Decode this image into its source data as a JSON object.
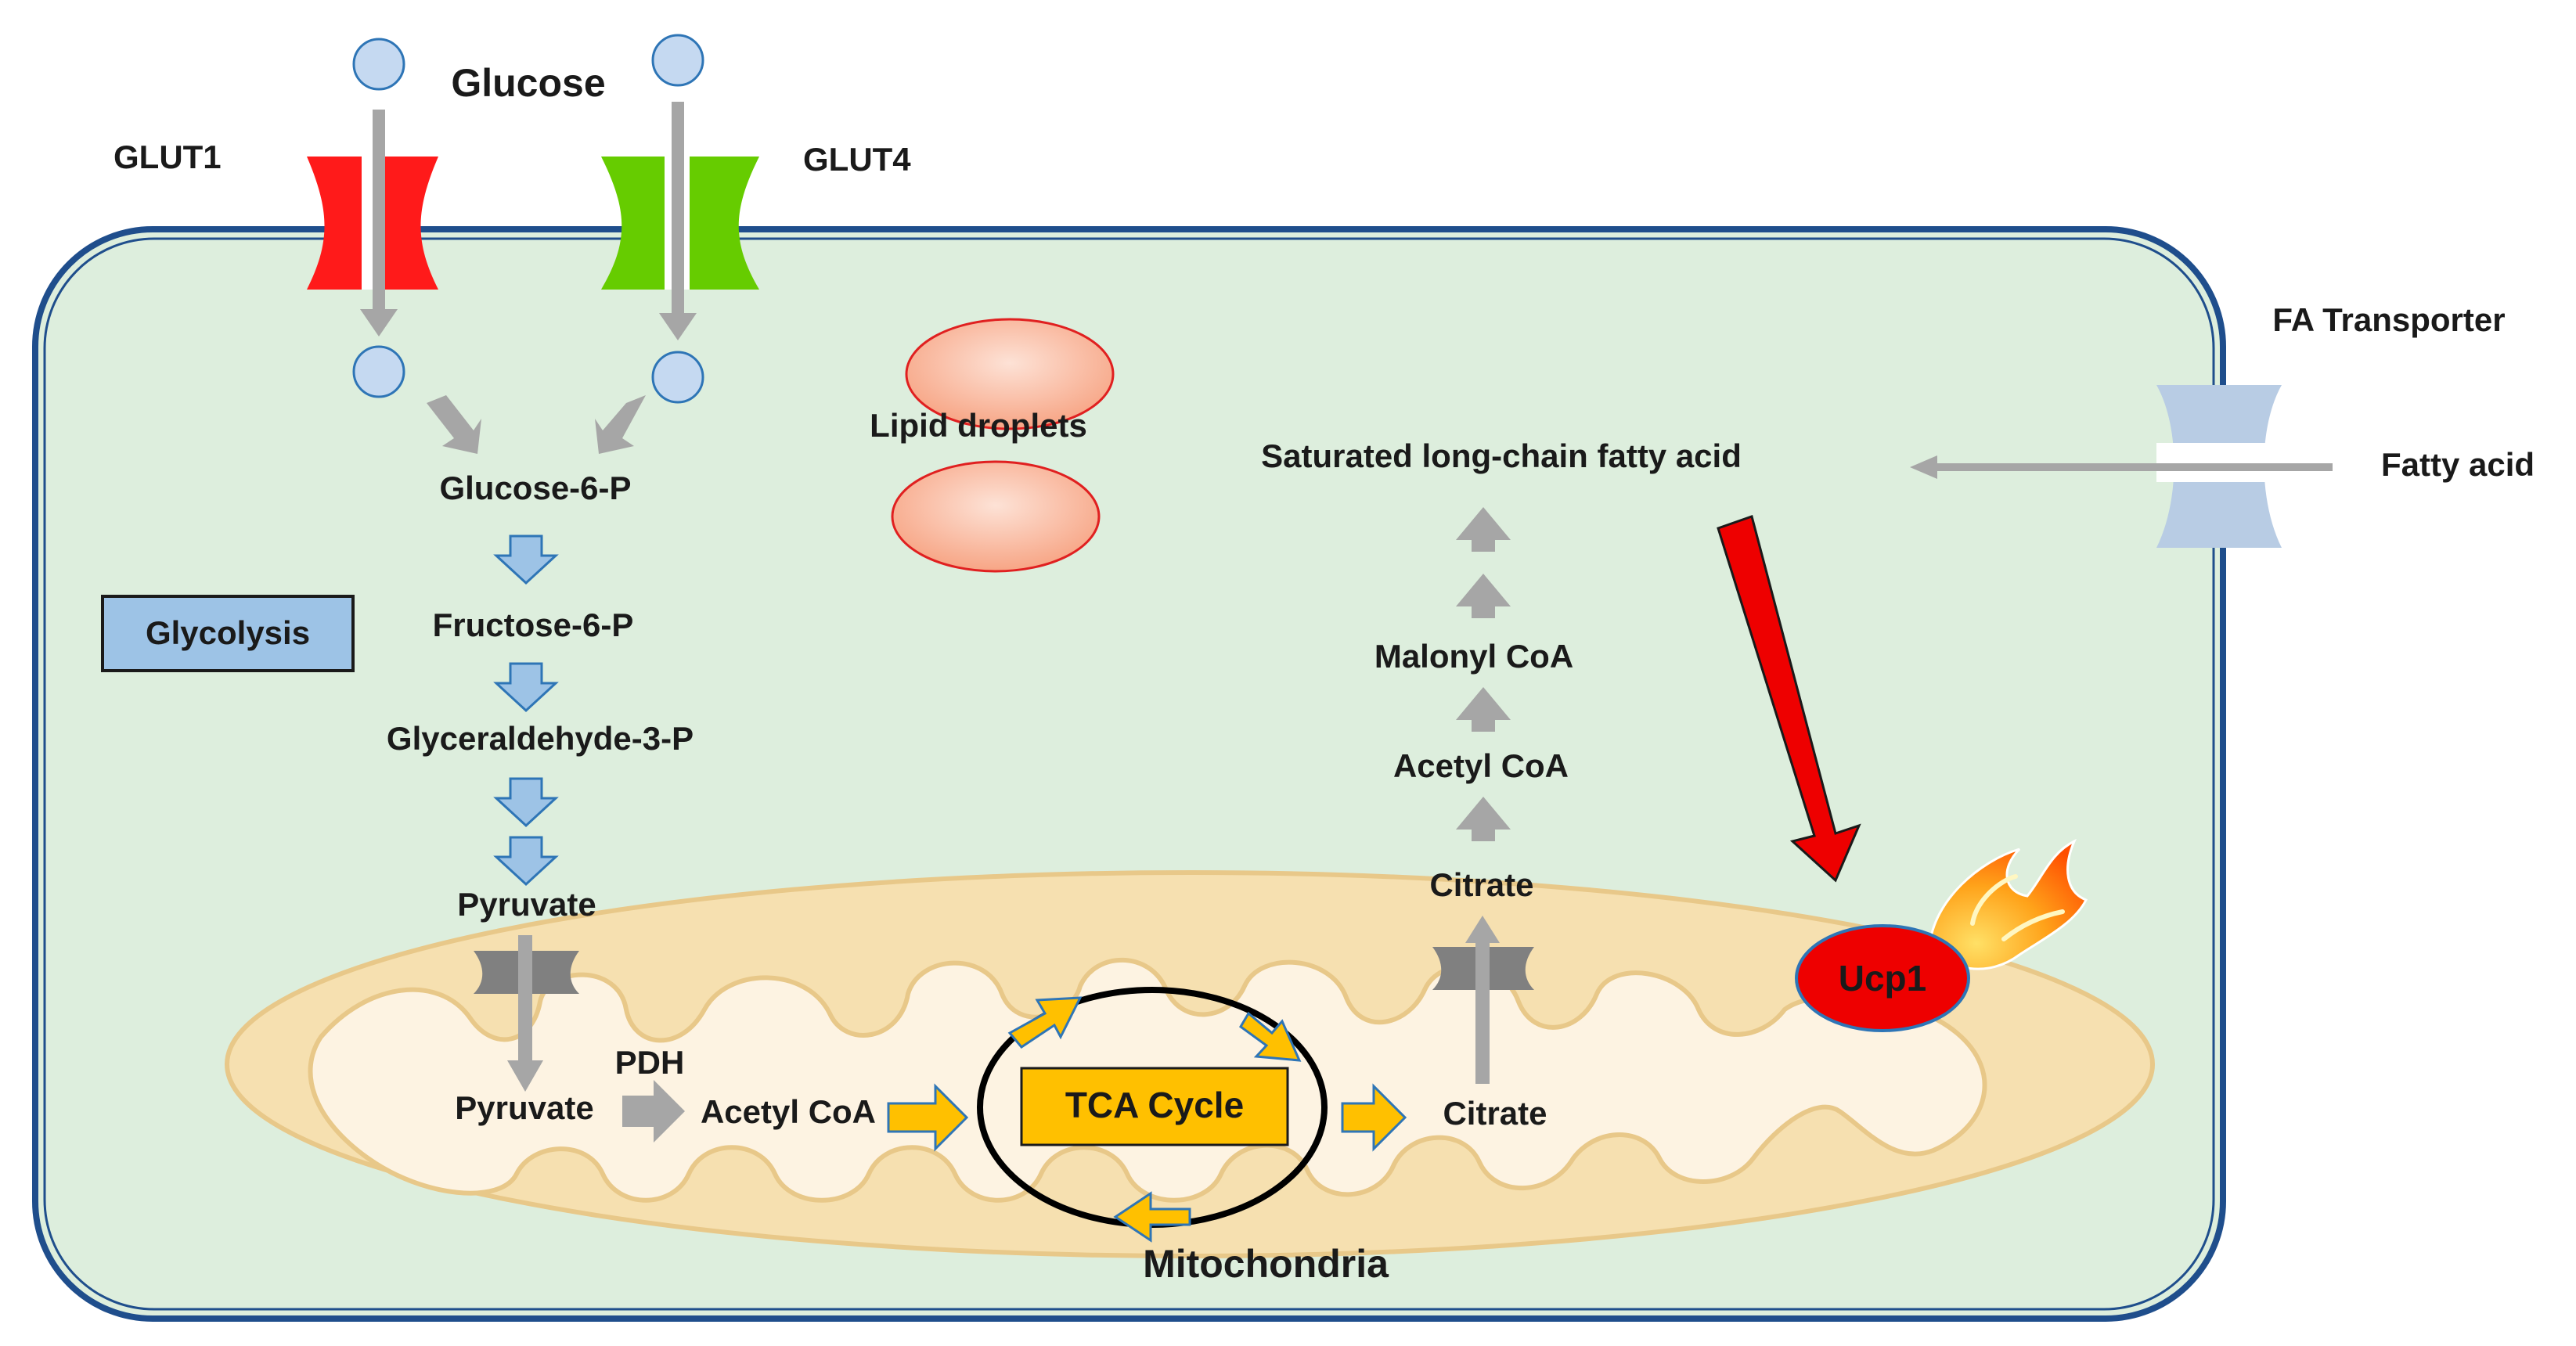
{
  "labels": {
    "glucose": "Glucose",
    "glut1": "GLUT1",
    "glut4": "GLUT4",
    "fa_transporter": "FA Transporter",
    "fatty_acid": "Fatty acid",
    "lipid_droplets": "Lipid droplets",
    "saturated_fa": "Saturated long-chain fatty acid",
    "glucose_6_p": "Glucose-6-P",
    "fructose_6_p": "Fructose-6-P",
    "glyceraldehyde_3_p": "Glyceraldehyde-3-P",
    "pyruvate_cyto": "Pyruvate",
    "glycolysis": "Glycolysis",
    "malonyl_coa": "Malonyl CoA",
    "acetyl_coa_cyto": "Acetyl CoA",
    "citrate_cyto": "Citrate",
    "ucp1": "Ucp1",
    "pdh": "PDH",
    "pyruvate_mito": "Pyruvate",
    "acetyl_coa_mito": "Acetyl CoA",
    "tca_cycle": "TCA Cycle",
    "citrate_mito": "Citrate",
    "mitochondria": "Mitochondria"
  },
  "colors": {
    "cell_fill": "#ddeedd",
    "cell_border": "#1f4e8c",
    "glut1": "#ff1a1a",
    "glut4": "#66cc00",
    "fa_transporter": "#b8cce4",
    "glucose_molecule": "#c5d9f1",
    "lipid_droplet": "#f9b8a0",
    "glycolysis_box": "#9dc3e6",
    "blue_arrow": "#9dc3e6",
    "grey_arrow": "#a6a6a6",
    "mito_outer": "#f6e0b0",
    "mito_inner": "#fdf3e2",
    "tca_box": "#ffc000",
    "tca_arrow": "#ffc000",
    "red_arrow": "#ee0000",
    "ucp1": "#ee0000"
  }
}
